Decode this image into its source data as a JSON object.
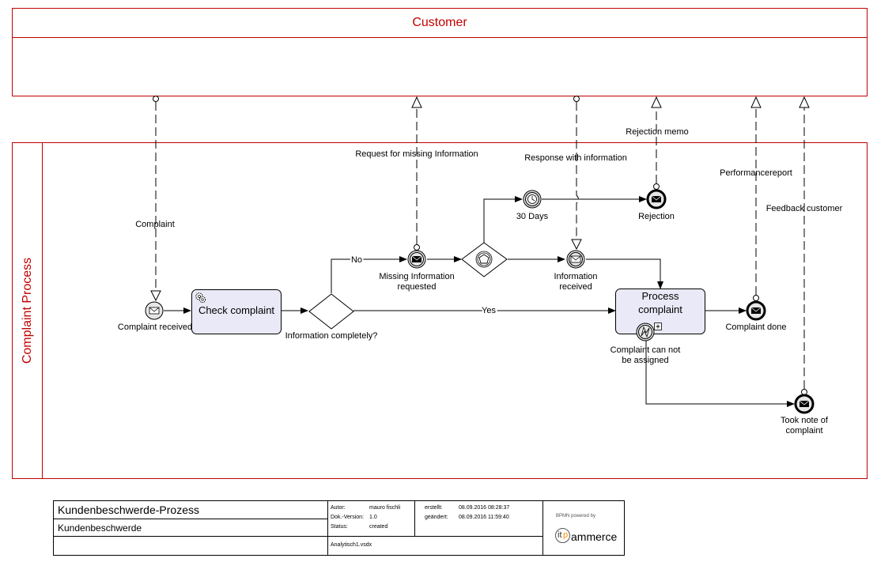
{
  "pools": {
    "customer": {
      "label": "Customer"
    },
    "process": {
      "label": "Complaint Process"
    }
  },
  "events": {
    "complaint_received": "Complaint received",
    "missing_info_requested": [
      "Missing Information",
      "requested"
    ],
    "timer_30_days": "30 Days",
    "rejection": "Rejection",
    "information_received": [
      "Information",
      "received"
    ],
    "complaint_done": "Complaint done",
    "cannot_be_assigned": [
      "Complaint can not",
      "be assigned"
    ],
    "took_note": [
      "Took note of",
      "complaint"
    ]
  },
  "tasks": {
    "check_complaint": "Check complaint",
    "process_complaint": [
      "Process",
      "complaint"
    ]
  },
  "gateways": {
    "information_completely": "Information completely?"
  },
  "sequence_labels": {
    "no": "No",
    "yes": "Yes"
  },
  "message_flows": {
    "complaint": "Complaint",
    "request_missing": "Request for missing Information",
    "response_info": "Response with information",
    "rejection_memo": "Rejection memo",
    "performance_report": "Performancereport",
    "feedback_customer": "Feedback customer"
  },
  "title_block": {
    "title": "Kundenbeschwerde-Prozess",
    "subtitle": "Kundenbeschwerde",
    "author_label": "Autor:",
    "author_value": "mauro fischli",
    "version_label": "Dok.-Version:",
    "version_value": "1.0",
    "status_label": "Status:",
    "status_value": "created",
    "created_label": "erstellt:",
    "created_value": "08.09.2016 08:28:37",
    "changed_label": "geändert:",
    "changed_value": "08.09.2016 11:59:40",
    "file_name": "Analytisch1.vsdx",
    "logo_caption": "BPMN powered by",
    "logo_it": "it",
    "logo_p": "p",
    "logo_rest": "ammerce"
  },
  "colors": {
    "pool_border": "#c00000",
    "task_fill": "#e9e9f7",
    "event_fill": "#e6e6e6"
  }
}
